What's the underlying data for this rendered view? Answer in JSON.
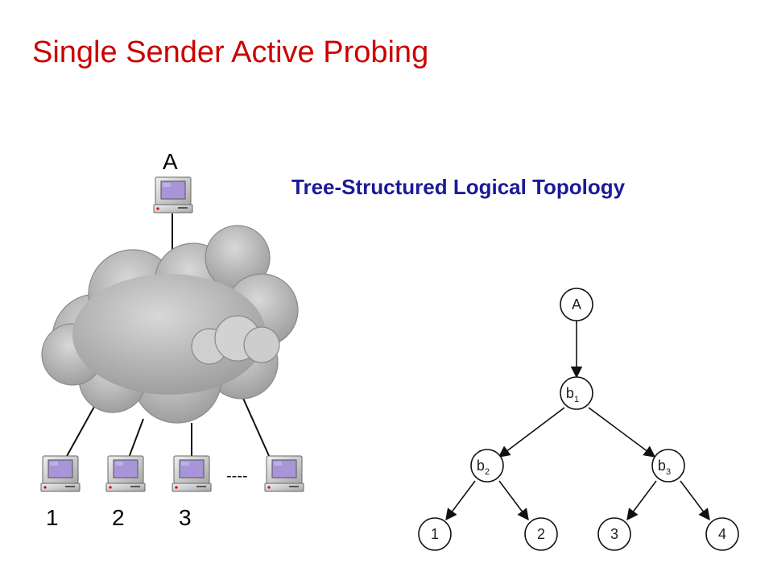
{
  "slide": {
    "title": "Single Sender Active Probing",
    "subtitle": "Tree-Structured Logical Topology"
  },
  "network": {
    "sender_label": "A",
    "receiver_labels": [
      "1",
      "2",
      "3"
    ],
    "ellipsis": "----"
  },
  "tree": {
    "root": "A",
    "branch_nodes": [
      {
        "base": "b",
        "sub": "1"
      },
      {
        "base": "b",
        "sub": "2"
      },
      {
        "base": "b",
        "sub": "3"
      }
    ],
    "leaves": [
      "1",
      "2",
      "3",
      "4"
    ]
  },
  "colors": {
    "title": "#cc0000",
    "subtitle": "#1a1a99",
    "cloud": "#bdbdbd",
    "screen": "#a895d8"
  }
}
